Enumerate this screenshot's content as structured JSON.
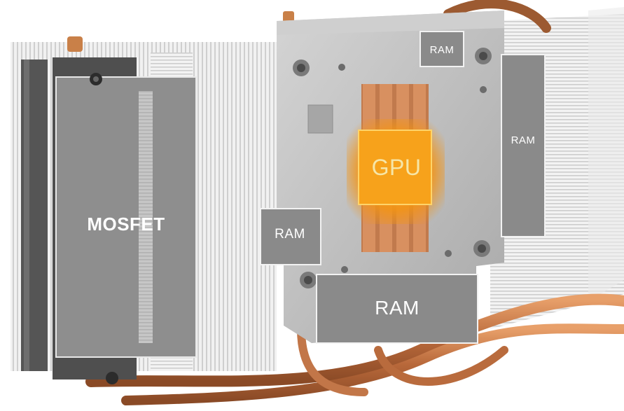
{
  "labels": {
    "mosfet": "MOSFET",
    "gpu": "GPU",
    "ram_top": "RAM",
    "ram_right": "RAM",
    "ram_left": "RAM",
    "ram_bottom": "RAM"
  },
  "colors": {
    "copper": "#c8794a",
    "gpu_glow": "#f7a21b",
    "plate": "#b9b9b9",
    "pad": "#8a8a8a",
    "fins": "#e6e6e6"
  }
}
